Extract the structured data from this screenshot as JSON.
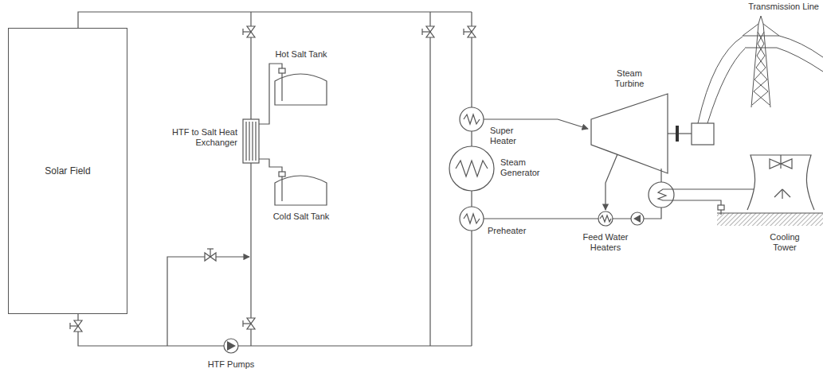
{
  "diagram": {
    "nodes": [
      {
        "text": [
          "Solar Field"
        ]
      }
    ],
    "labels": [
      "Transmission Line",
      "Hot Salt Tank",
      "Steam Turbine",
      "Super Heater",
      "HTF to Salt Heat Exchanger",
      "Steam Generator",
      "Cold Salt Tank",
      "Preheater",
      "Feed Water Heaters",
      "Cooling Tower",
      "HTF Pumps"
    ]
  }
}
